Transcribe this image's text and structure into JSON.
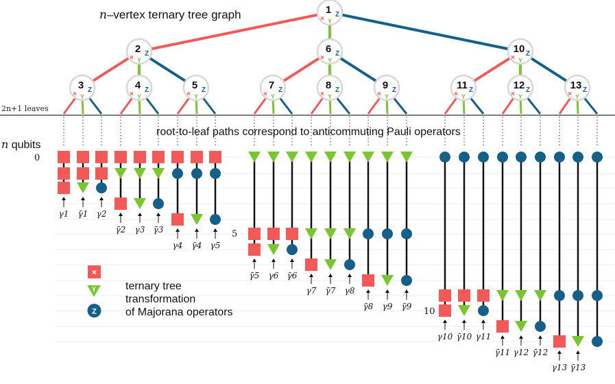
{
  "title": {
    "prefix": "n",
    "text": "–vertex ternary tree graph"
  },
  "leaves_label": "2n+1 leaves",
  "paths_caption": "root-to-leaf paths correspond to anticommuting Pauli operators",
  "qubits_label": {
    "prefix": "n",
    "text": " qubits"
  },
  "row_markers": [
    "0",
    "5",
    "10"
  ],
  "branch_letters": {
    "x": "×",
    "y": "Y",
    "z": "Z"
  },
  "colors": {
    "x": "#f25a5a",
    "y": "#7cc532",
    "z": "#15608a",
    "node_ring": "#d7d7d7",
    "line": "#111111"
  },
  "nodes": [
    "1",
    "2",
    "3",
    "4",
    "5",
    "6",
    "7",
    "8",
    "9",
    "10",
    "11",
    "12",
    "13"
  ],
  "columns": [
    {
      "label": "γ1",
      "ops": [
        "X",
        "X",
        "X"
      ]
    },
    {
      "label": "γ̄1",
      "ops": [
        "X",
        "X",
        "Y"
      ]
    },
    {
      "label": "γ2",
      "ops": [
        "X",
        "X",
        "Z"
      ]
    },
    {
      "label": "γ̄2",
      "ops": [
        "X",
        "Y",
        "X"
      ]
    },
    {
      "label": "γ3",
      "ops": [
        "X",
        "Y",
        "Y"
      ]
    },
    {
      "label": "γ̄3",
      "ops": [
        "X",
        "Y",
        "Z"
      ]
    },
    {
      "label": "γ4",
      "ops": [
        "X",
        "Z",
        "X"
      ]
    },
    {
      "label": "γ̄4",
      "ops": [
        "X",
        "Z",
        "Y"
      ]
    },
    {
      "label": "γ5",
      "ops": [
        "X",
        "Z",
        "Z"
      ]
    },
    {
      "label": "γ̄5",
      "ops": [
        "Y",
        "X",
        "X"
      ]
    },
    {
      "label": "γ6",
      "ops": [
        "Y",
        "X",
        "Y"
      ]
    },
    {
      "label": "γ̄6",
      "ops": [
        "Y",
        "X",
        "Z"
      ]
    },
    {
      "label": "γ7",
      "ops": [
        "Y",
        "Y",
        "X"
      ]
    },
    {
      "label": "γ̄7",
      "ops": [
        "Y",
        "Y",
        "Y"
      ]
    },
    {
      "label": "γ8",
      "ops": [
        "Y",
        "Y",
        "Z"
      ]
    },
    {
      "label": "γ̄8",
      "ops": [
        "Y",
        "Z",
        "X"
      ]
    },
    {
      "label": "γ9",
      "ops": [
        "Y",
        "Z",
        "Y"
      ]
    },
    {
      "label": "γ̄9",
      "ops": [
        "Y",
        "Z",
        "Z"
      ]
    },
    {
      "label": "γ10",
      "ops": [
        "Z",
        "X",
        "X"
      ]
    },
    {
      "label": "γ̄10",
      "ops": [
        "Z",
        "X",
        "Y"
      ]
    },
    {
      "label": "γ11",
      "ops": [
        "Z",
        "X",
        "Z"
      ]
    },
    {
      "label": "γ̄11",
      "ops": [
        "Z",
        "Y",
        "X"
      ]
    },
    {
      "label": "γ12",
      "ops": [
        "Z",
        "Y",
        "Y"
      ]
    },
    {
      "label": "γ̄12",
      "ops": [
        "Z",
        "Y",
        "Z"
      ]
    },
    {
      "label": "γ13",
      "ops": [
        "Z",
        "Z",
        "X"
      ]
    },
    {
      "label": "γ̄13",
      "ops": [
        "Z",
        "Z",
        "Y"
      ]
    },
    {
      "label": "",
      "ops": [
        "Z",
        "Z",
        "Z"
      ]
    }
  ],
  "legend": {
    "lines": [
      "ternary tree",
      "transformation",
      "of Majorana operators"
    ],
    "icon_letters": [
      "×",
      "Y",
      "Z"
    ]
  }
}
